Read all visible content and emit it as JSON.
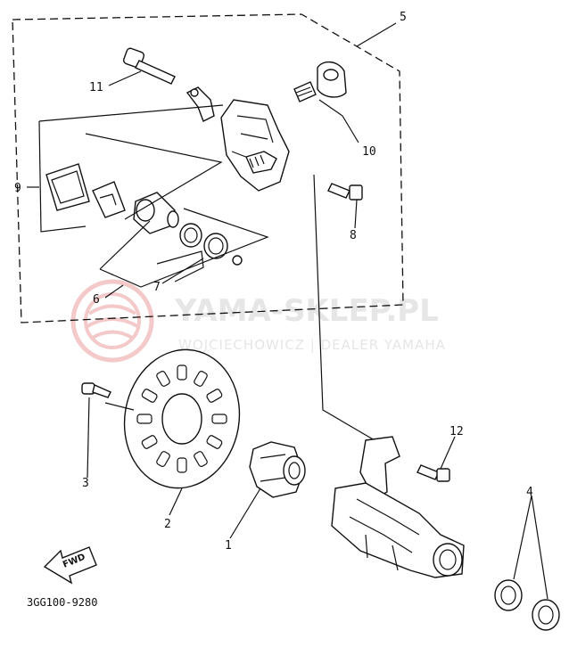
{
  "callouts": [
    {
      "id": "1",
      "label": "1"
    },
    {
      "id": "2",
      "label": "2"
    },
    {
      "id": "3",
      "label": "3"
    },
    {
      "id": "4",
      "label": "4"
    },
    {
      "id": "5",
      "label": "5"
    },
    {
      "id": "6",
      "label": "6"
    },
    {
      "id": "7",
      "label": "7"
    },
    {
      "id": "8",
      "label": "8"
    },
    {
      "id": "9",
      "label": "9"
    },
    {
      "id": "10",
      "label": "10"
    },
    {
      "id": "11",
      "label": "11"
    },
    {
      "id": "12",
      "label": "12"
    }
  ],
  "diagram_code": "3GG100-9280",
  "direction_arrow": "FWD",
  "watermark": {
    "title": "YAMA-SKLEP.PL",
    "subtitle": "WOJCIECHOWICZ | DEALER YAMAHA"
  }
}
